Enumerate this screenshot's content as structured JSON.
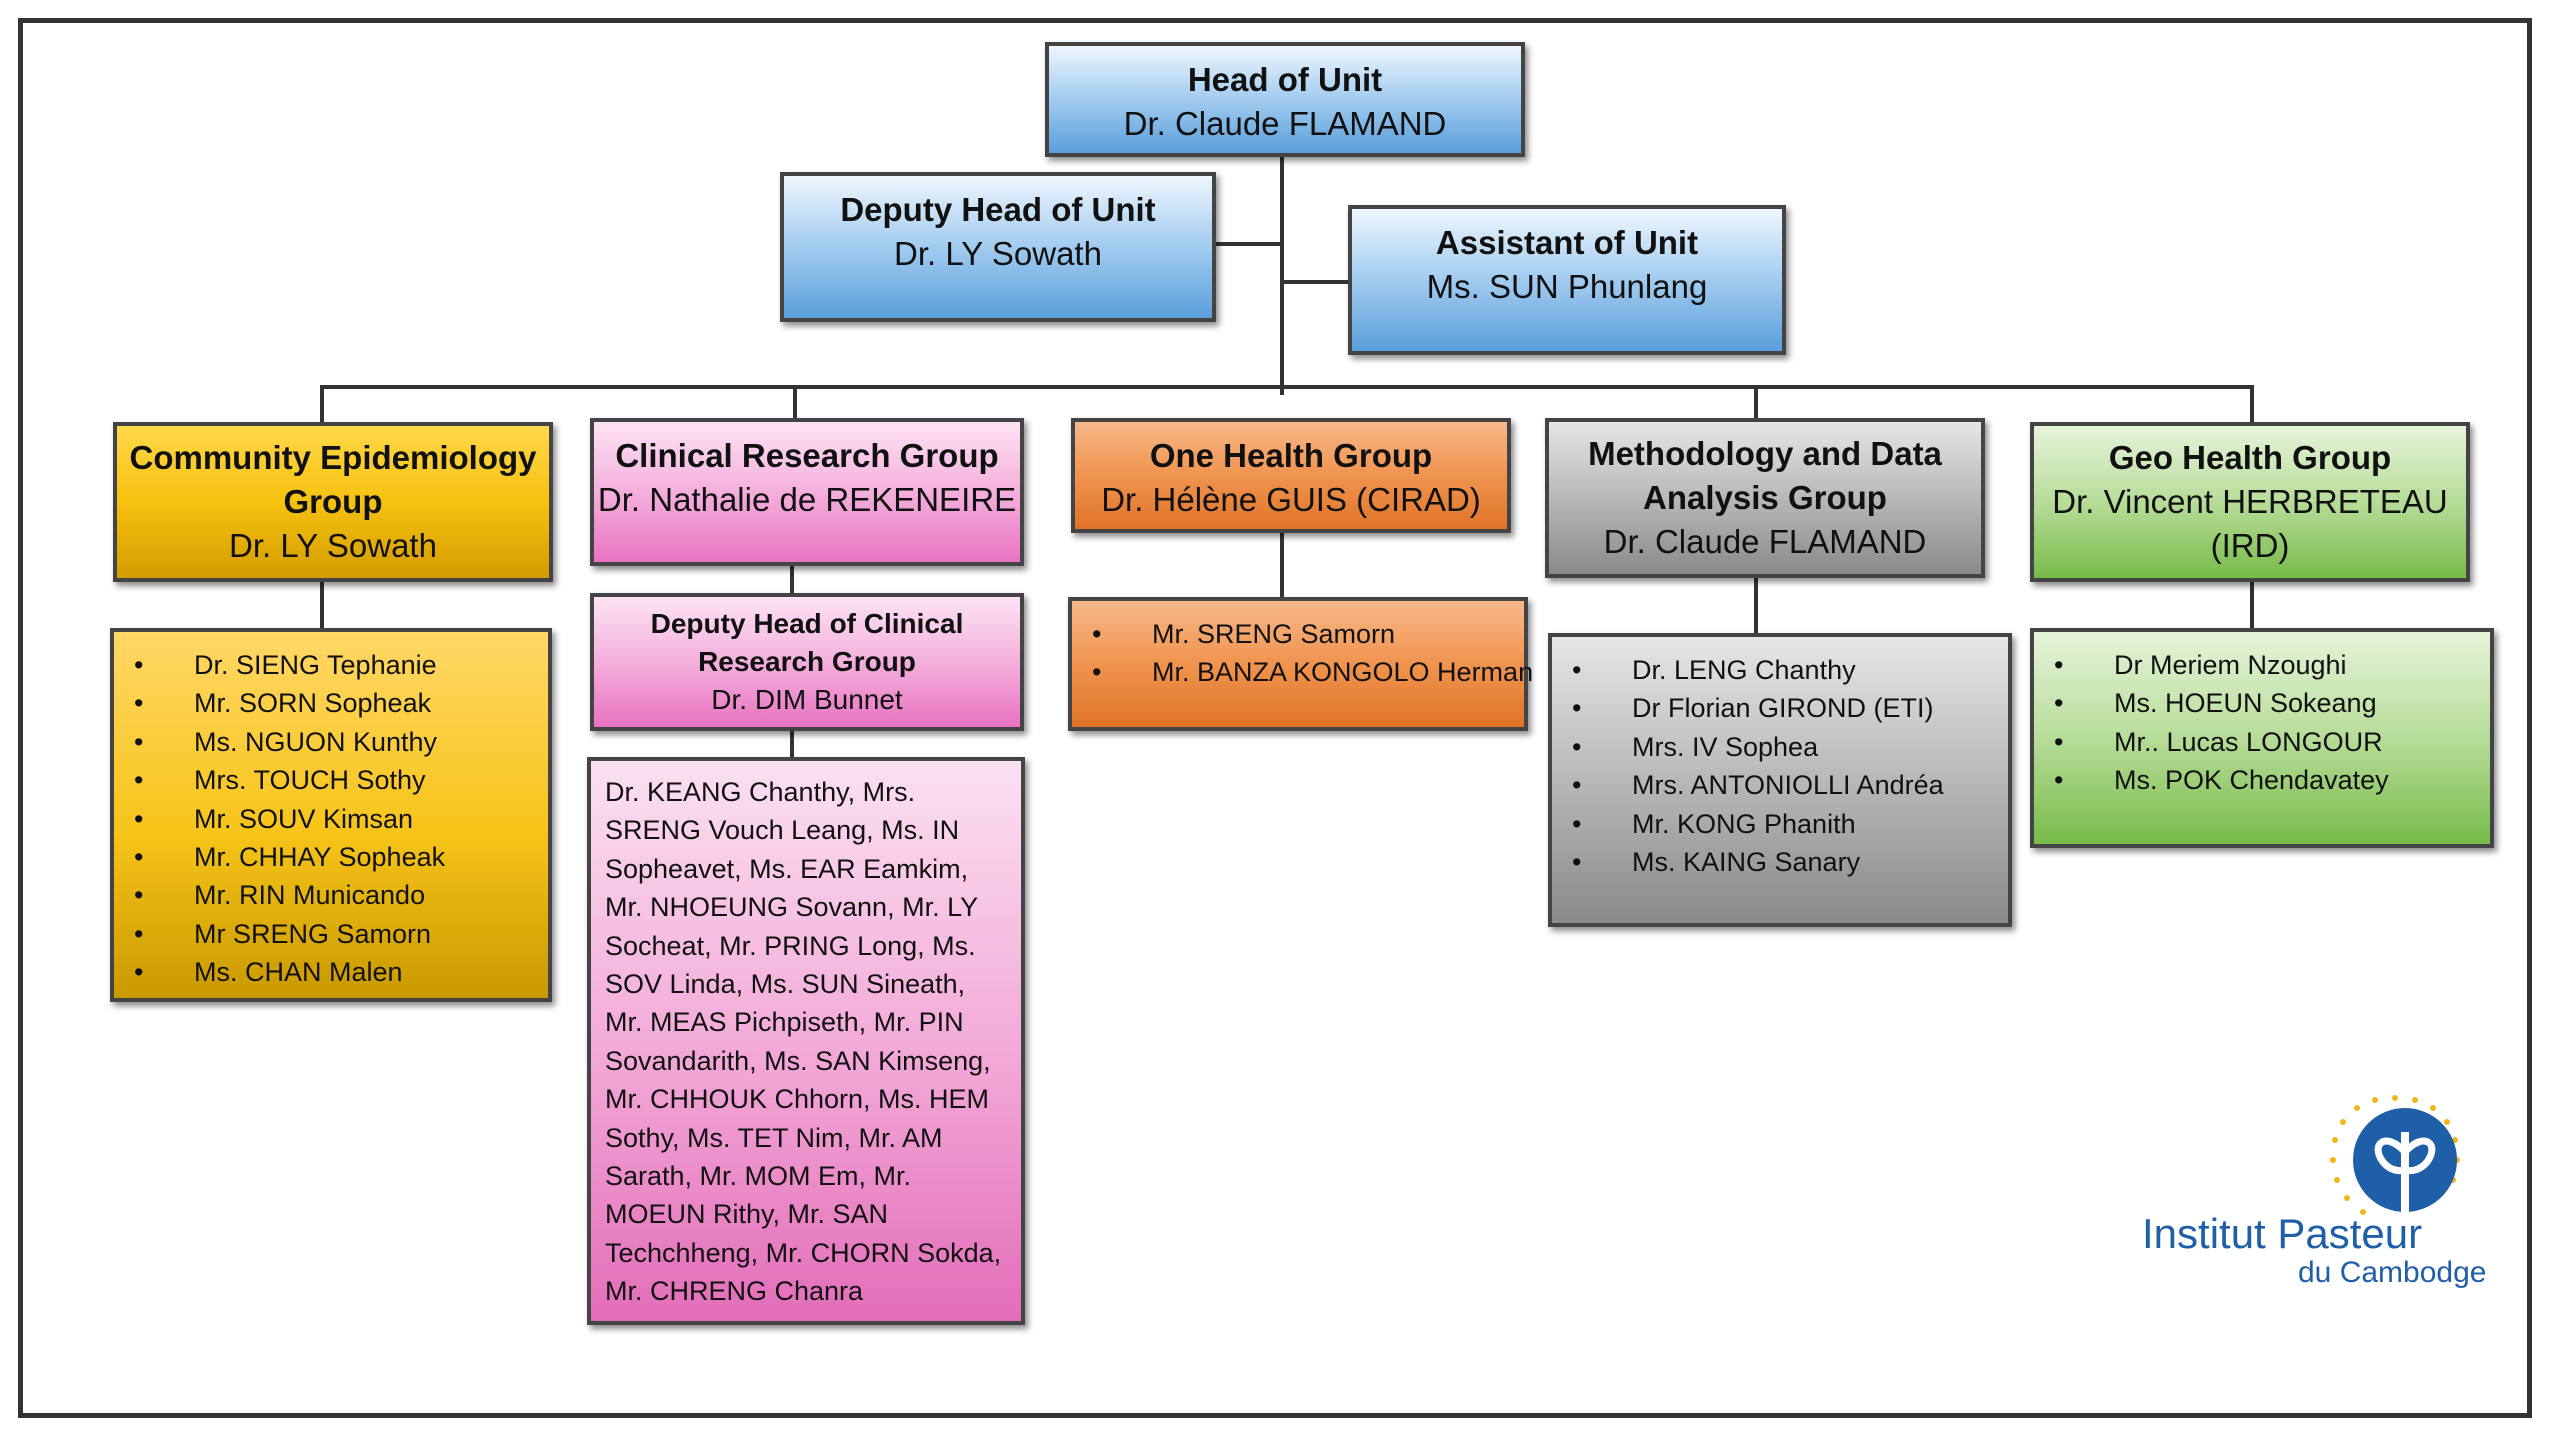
{
  "head": {
    "title": "Head of Unit",
    "name": "Dr. Claude FLAMAND"
  },
  "deputy": {
    "title": "Deputy Head of Unit",
    "name": "Dr. LY Sowath"
  },
  "assistant": {
    "title": "Assistant of Unit",
    "name": "Ms. SUN Phunlang"
  },
  "groups": [
    {
      "title": "Community Epidemiology Group",
      "lead": "Dr. LY Sowath",
      "members": [
        "Dr. SIENG Tephanie",
        "Mr. SORN Sopheak",
        "Ms. NGUON Kunthy",
        "Mrs. TOUCH Sothy",
        "Mr. SOUV Kimsan",
        "Mr. CHHAY Sopheak",
        "Mr. RIN Municando",
        "Mr SRENG Samorn",
        "Ms. CHAN Malen"
      ]
    },
    {
      "title": "Clinical Research Group",
      "lead": "Dr. Nathalie de REKENEIRE",
      "deputy_title": "Deputy Head of Clinical Research Group",
      "deputy_name": "Dr. DIM Bunnet",
      "members_text": "Dr. KEANG Chanthy, Mrs. SRENG Vouch Leang, Ms. IN Sopheavet, Ms. EAR Eamkim, Mr. NHOEUNG Sovann, Mr. LY Socheat, Mr. PRING Long, Ms. SOV Linda, Ms. SUN Sineath, Mr. MEAS Pichpiseth, Mr. PIN Sovandarith, Ms. SAN Kimseng, Mr. CHHOUK Chhorn, Ms. HEM Sothy, Ms. TET Nim, Mr. AM Sarath, Mr. MOM Em, Mr. MOEUN Rithy, Mr. SAN Techchheng, Mr. CHORN Sokda, Mr.  CHRENG Chanra"
    },
    {
      "title": "One Health Group",
      "lead": "Dr. Hélène GUIS (CIRAD)",
      "members": [
        "Mr. SRENG Samorn",
        "Mr. BANZA KONGOLO Herman"
      ]
    },
    {
      "title": "Methodology and Data Analysis Group",
      "lead": "Dr. Claude FLAMAND",
      "members": [
        "Dr. LENG Chanthy",
        "Dr Florian GIROND (ETI)",
        "Mrs. IV Sophea",
        "Mrs. ANTONIOLLI Andréa",
        "Mr. KONG Phanith",
        "Ms. KAING Sanary"
      ]
    },
    {
      "title": "Geo Health Group",
      "lead": "Dr. Vincent HERBRETEAU (IRD)",
      "members": [
        "Dr Meriem Nzoughi",
        "Ms. HOEUN Sokeang",
        "Mr.. Lucas LONGOUR",
        "Ms. POK Chendavatey"
      ]
    }
  ],
  "logo": {
    "line1": "Institut Pasteur",
    "line2": "du Cambodge",
    "brand_color": "#1f5fa8",
    "dot_color": "#f2b51b"
  }
}
